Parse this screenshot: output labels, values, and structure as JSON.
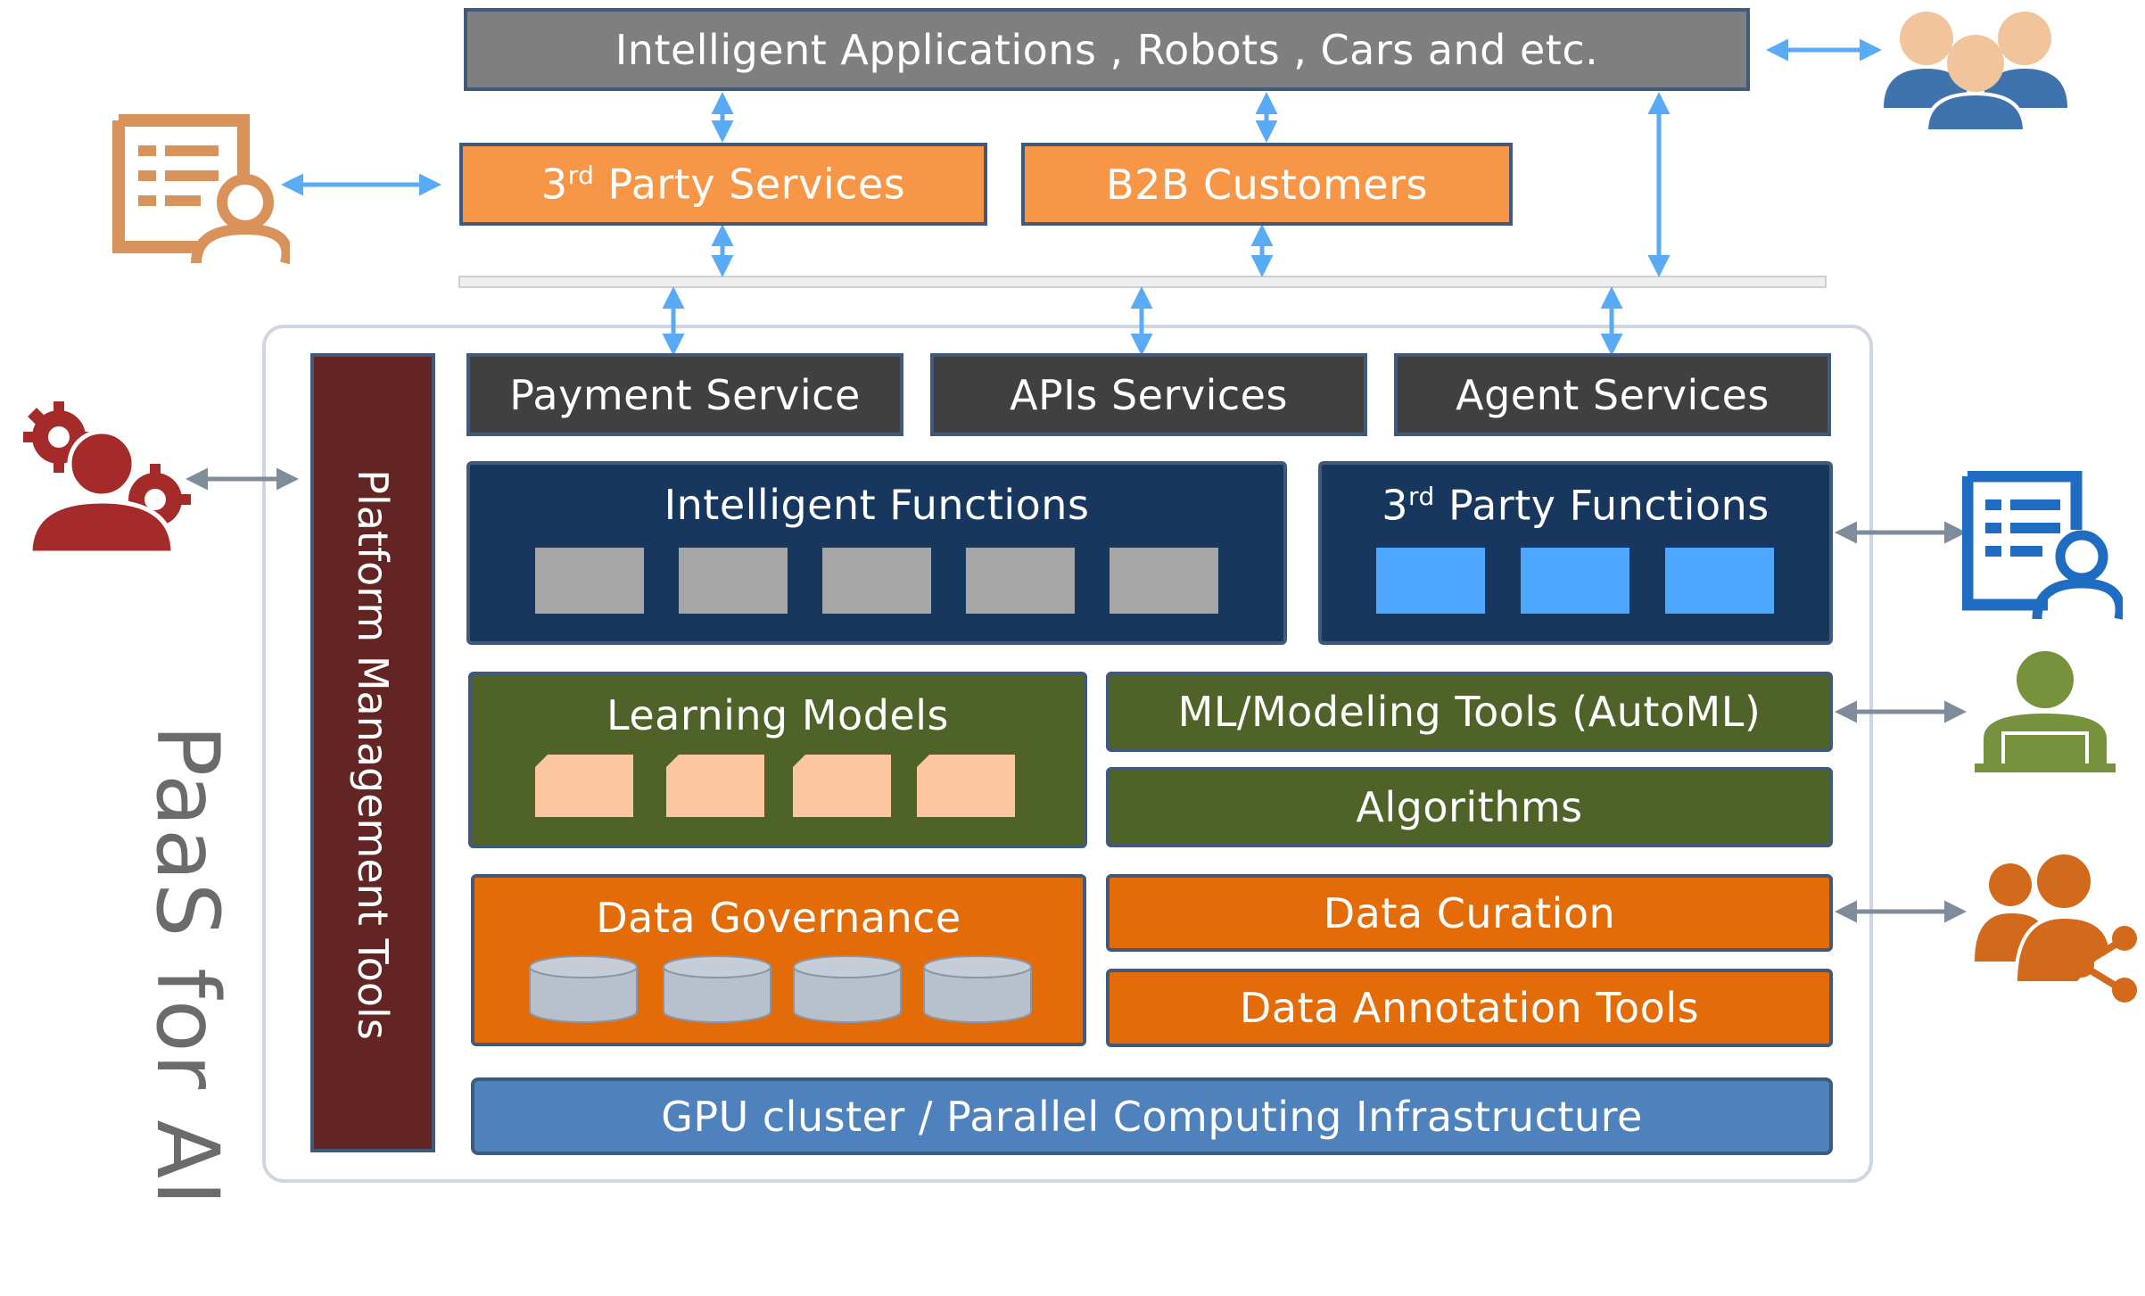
{
  "top_bar": "Intelligent Applications , Robots , Cars and etc.",
  "third_party_services": {
    "base": "3",
    "sup": "rd",
    "rest": " Party Services"
  },
  "b2b_customers": "B2B Customers",
  "services": {
    "payment": "Payment Service",
    "apis": "APIs Services",
    "agent": "Agent Services"
  },
  "intelligent_functions": "Intelligent Functions",
  "third_party_functions": {
    "base": "3",
    "sup": "rd",
    "rest": " Party Functions"
  },
  "learning_models": "Learning Models",
  "ml_tools": "ML/Modeling Tools (AutoML)",
  "algorithms": "Algorithms",
  "data_governance": "Data Governance",
  "data_curation": "Data Curation",
  "data_annotation": "Data Annotation Tools",
  "gpu": "GPU cluster / Parallel Computing Infrastructure",
  "platform_tools": "Platform Management Tools",
  "paas_label": "PaaS for AI",
  "colors": {
    "gray_bar": "#7f7f7f",
    "orange_light": "#f79646",
    "dark_service": "#404040",
    "navy": "#17375e",
    "green": "#4f6228",
    "orange_dark": "#e36c09",
    "blue_gpu": "#4f81bd",
    "maroon": "#632523",
    "arrow_blue": "#5aabf5",
    "arrow_gray": "#7f8c99"
  }
}
